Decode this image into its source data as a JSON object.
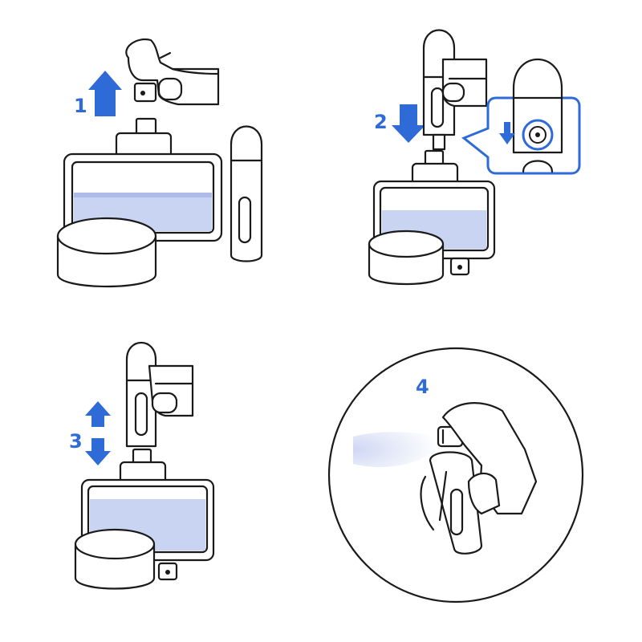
{
  "steps": [
    {
      "number": "1",
      "action": "remove-cap"
    },
    {
      "number": "2",
      "action": "press-down"
    },
    {
      "number": "3",
      "action": "pump-up-down"
    },
    {
      "number": "4",
      "action": "spray"
    }
  ],
  "colors": {
    "accent_blue": "#2f6bd6",
    "liquid": "#c9d3f2",
    "liquid_dark": "#aebbe8",
    "outline": "#1a1a1a",
    "background": "#ffffff"
  },
  "icons": {
    "arrow_up": "arrow-up-icon",
    "arrow_down": "arrow-down-icon",
    "arrow_updown": "arrow-up-down-icon"
  }
}
